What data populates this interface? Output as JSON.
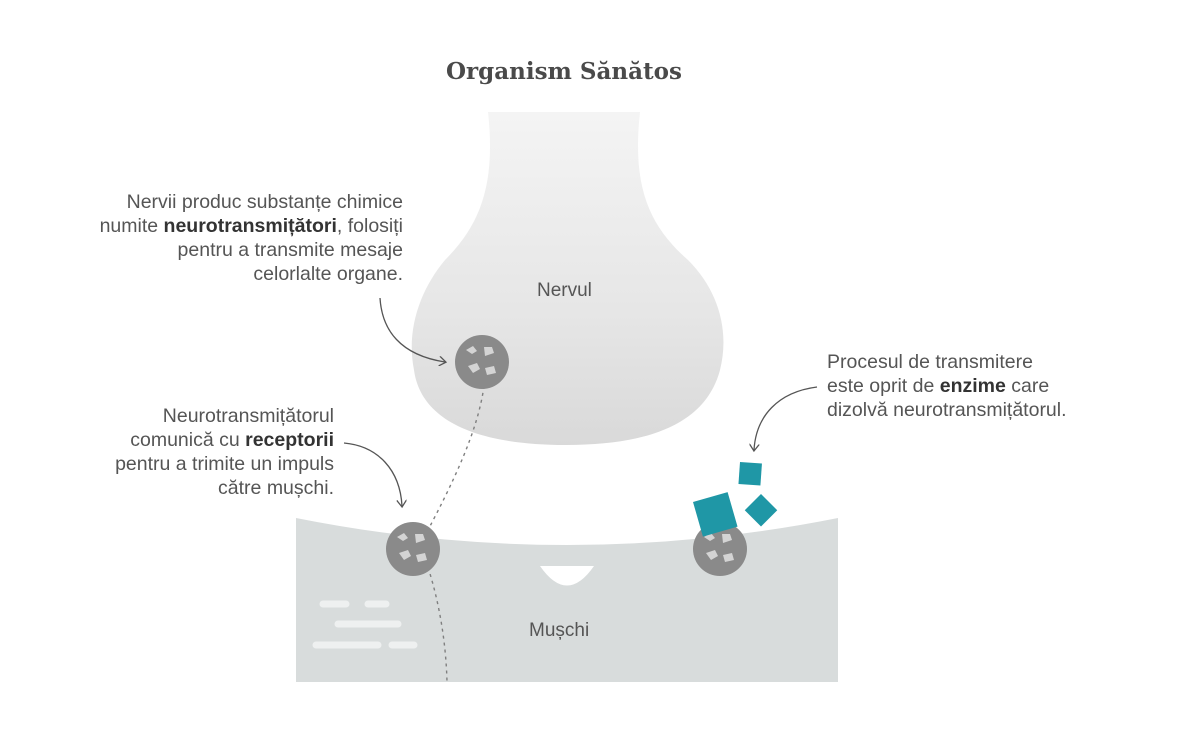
{
  "title": "Organism Sănătos",
  "labels": {
    "nerve": "Nervul",
    "muscle": "Mușchi"
  },
  "annotations": {
    "neurotransmitters": {
      "line1": "Nervii produc substanțe chimice",
      "line2_pre": "numite ",
      "line2_bold": "neurotransmițători",
      "line2_post": ", folosiți",
      "line3": "pentru a transmite mesaje",
      "line4": "celorlalte organe."
    },
    "receptors": {
      "line1": "Neurotransmițătorul",
      "line2_pre": "comunică cu ",
      "line2_bold": "receptorii",
      "line3": "pentru a trimite un impuls",
      "line4": "către mușchi."
    },
    "enzymes": {
      "line1": "Procesul de transmitere",
      "line2_pre": "este oprit de ",
      "line2_bold": "enzime",
      "line2_post": " care",
      "line3": "dizolvă neurotransmițătorul."
    }
  },
  "colors": {
    "nerve_fill": "#e2e2e2",
    "muscle_fill": "#d8dcdc",
    "vesicle_fill": "#8a8a8a",
    "enzyme_fill": "#1f97a6",
    "text": "#555555"
  }
}
